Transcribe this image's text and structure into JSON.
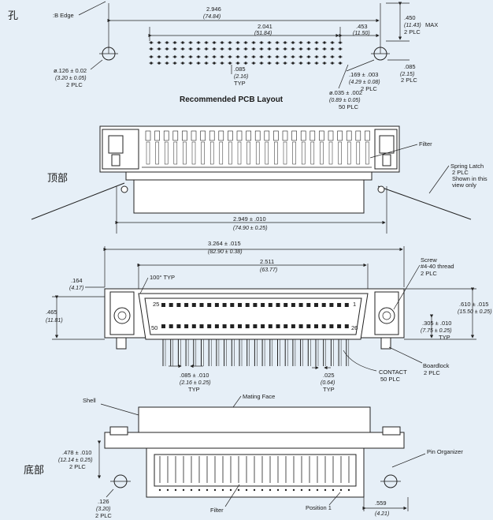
{
  "views": {
    "hole_label": "孔",
    "top_label": "顶部",
    "bottom_label": "底部"
  },
  "pcb_layout": {
    "title": "Recommended PCB Layout",
    "b_edge": ":B Edge",
    "dim_2946": "2.946",
    "dim_2946_mm": "(74.84)",
    "dim_2041": "2.041",
    "dim_2041_mm": "(51.84)",
    "dim_453": ".453",
    "dim_453_mm": "(11.50)",
    "dim_450": ".450",
    "dim_450_mm": "(11.43)",
    "dim_450_note": "MAX",
    "dim_450_plc": "2 PLC",
    "dim_126": "ø.126 ± 0.02",
    "dim_126_mm": "(3.20 ± 0.05)",
    "dim_126_plc": "2 PLC",
    "dim_085": ".085",
    "dim_085_mm": "(2.16)",
    "dim_085_note": "TYP",
    "dim_169": ".169 ± .003",
    "dim_169_mm": "(4.29 ± 0.08)",
    "dim_169_plc": "2 PLC",
    "dim_085b": ".085",
    "dim_085b_mm": "(2.15)",
    "dim_085b_plc": "2 PLC",
    "dim_035": "ø.035 ± .002",
    "dim_035_mm": "(0.89 ± 0.05)",
    "dim_035_plc": "50 PLC"
  },
  "top_view": {
    "filter": "Filter",
    "spring_latch": "Spring Latch",
    "spring_latch_plc": "2 PLC",
    "shown_line1": "Shown in this",
    "shown_line2": "view only",
    "dim_2949": "2.949 ± .010",
    "dim_2949_mm": "(74.90 ± 0.25)"
  },
  "front_view": {
    "dim_3264": "3.264 ± .015",
    "dim_3264_mm": "(82.90 ± 0.38)",
    "dim_2511": "2.511",
    "dim_2511_mm": "(63.77)",
    "dim_164": ".164",
    "dim_164_mm": "(4.17)",
    "dim_100": "100° TYP",
    "dim_465": ".465",
    "dim_465_mm": "(11.81)",
    "screw": "Screw",
    "screw_thread": "#4-40 thread",
    "screw_plc": "2 PLC",
    "dim_610": ".610 ± .015",
    "dim_610_mm": "(15.50 ± 0.25)",
    "dim_305": ".305 ± .010",
    "dim_305_mm": "(7.75 ± 0.25)",
    "dim_305_note": "TYP",
    "pin_25": "25",
    "pin_1": "1",
    "pin_50": "50",
    "pin_26": "26",
    "dim_085": ".085 ± .010",
    "dim_085_mm": "(2.16 ± 0.25)",
    "dim_085_note": "TYP",
    "dim_025": ".025",
    "dim_025_mm": "(0.64)",
    "dim_025_note": "TYP",
    "contact": "CONTACT",
    "contact_plc": "50 PLC",
    "boardlock": "Boardlock",
    "boardlock_plc": "2 PLC"
  },
  "side_view": {
    "shell": "Shell",
    "mating_face": "Mating Face",
    "dim_478": ".478 ± .010",
    "dim_478_mm": "(12.14 ± 0.25)",
    "dim_478_plc": "2 PLC",
    "pin_organizer": "Pin Organizer",
    "dim_126": ".126",
    "dim_126_mm": "(3.20)",
    "dim_126_plc": "2 PLC",
    "filter": "Filter",
    "position_1": "Position 1",
    "dim_559": ".559",
    "dim_559_mm": "(4.21)"
  }
}
